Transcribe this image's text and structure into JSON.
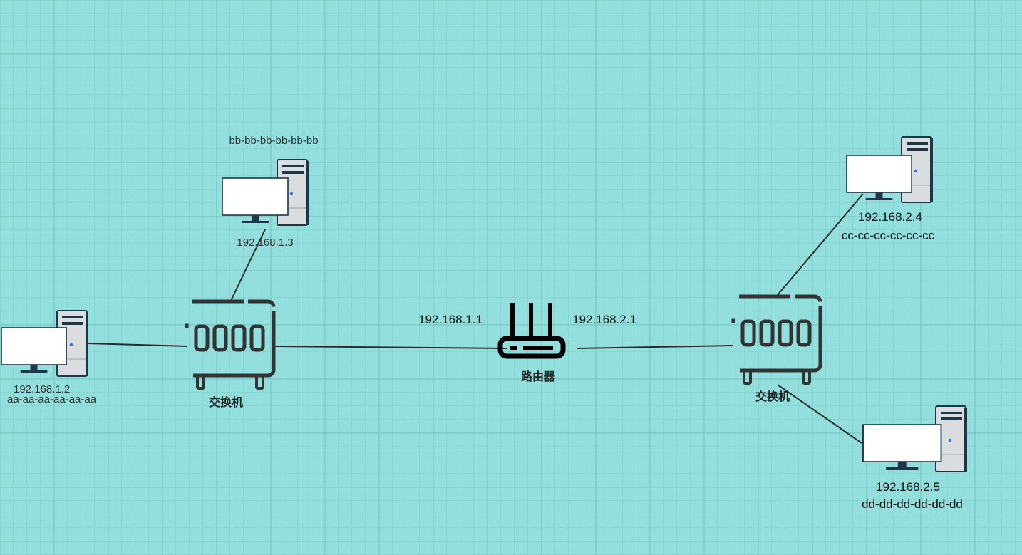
{
  "diagram": {
    "router": {
      "label": "路由器",
      "ip_left": "192.168.1.1",
      "ip_right": "192.168.2.1"
    },
    "switch_left": {
      "label": "交换机"
    },
    "switch_right": {
      "label": "交换机"
    },
    "pc_a": {
      "ip": "192.168.1.2",
      "mac": "aa-aa-aa-aa-aa-aa"
    },
    "pc_b": {
      "ip": "192.168.1.3",
      "mac": "bb-bb-bb-bb-bb-bb"
    },
    "pc_c": {
      "ip": "192.168.2.4",
      "mac": "cc-cc-cc-cc-cc-cc"
    },
    "pc_d": {
      "ip": "192.168.2.5",
      "mac": "dd-dd-dd-dd-dd-dd"
    }
  },
  "colors": {
    "background": "#92dfdd",
    "device_dark": "#333333",
    "link": "#2b2b2b",
    "monitor_stand": "#1f3548",
    "tower_body": "#d9dde0",
    "power_dot": "#2a6fd6"
  }
}
